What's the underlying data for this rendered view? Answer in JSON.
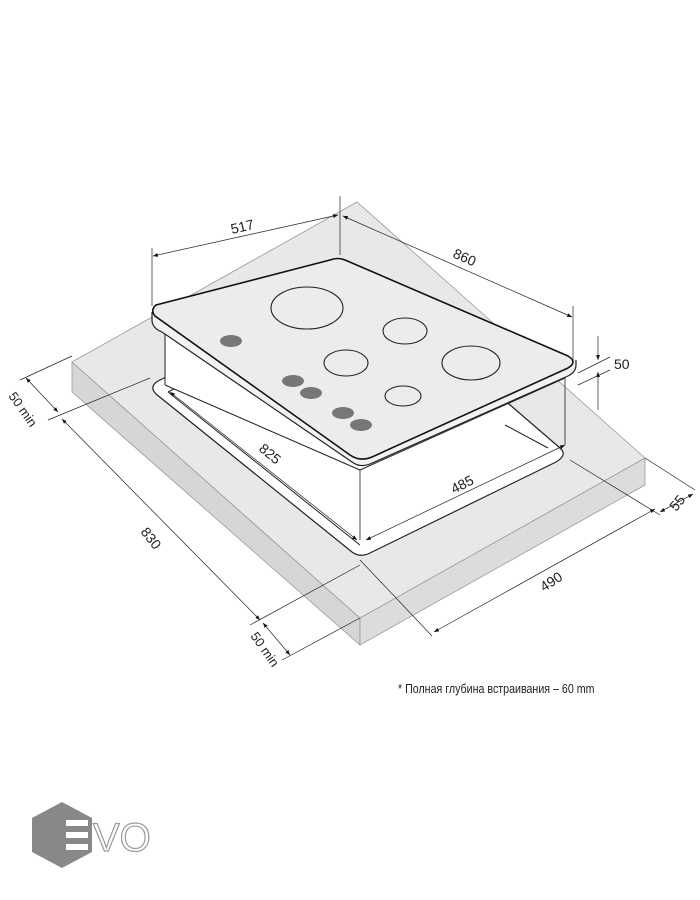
{
  "dimensions": {
    "hob_depth": "517",
    "hob_width": "860",
    "hob_height": "50",
    "cutout_width": "825",
    "cutout_depth": "485",
    "counter_width": "830",
    "counter_depth": "490",
    "rear_gap": "55",
    "side_gap_left": "50 min",
    "side_gap_right": "50 min"
  },
  "footnote": "* Полная глубина встраивания – 60 mm",
  "logo": {
    "text": "EVO"
  },
  "colors": {
    "counter": "#e6e6e6",
    "hob": "#ececec",
    "knob": "#777777",
    "logo": "#888888"
  }
}
